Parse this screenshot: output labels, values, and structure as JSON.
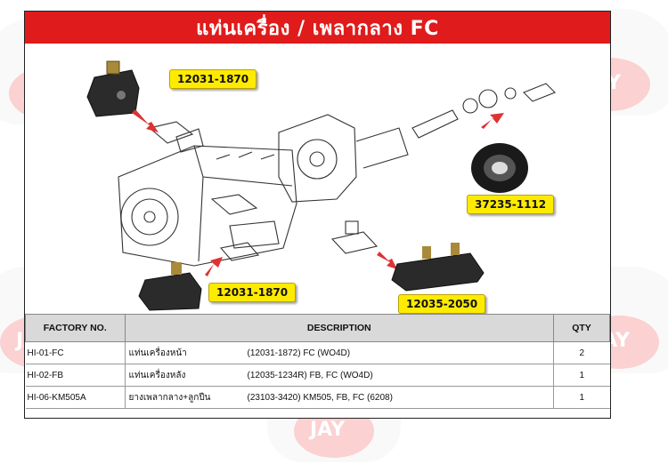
{
  "title": "แท่นเครื่อง / เพลากลาง FC",
  "watermark_text": "JAY",
  "callouts": {
    "top_left": "12031-1870",
    "bottom_left": "12031-1870",
    "right": "37235-1112",
    "bottom_right": "12035-2050"
  },
  "table": {
    "headers": {
      "factory_no": "FACTORY NO.",
      "description": "DESCRIPTION",
      "qty": "QTY"
    },
    "rows": [
      {
        "factory_no": "HI-01-FC",
        "name": "แท่นเครื่องหน้า",
        "detail": "(12031-1872) FC  (WO4D)",
        "qty": "2"
      },
      {
        "factory_no": "HI-02-FB",
        "name": "แท่นเครื่องหลัง",
        "detail": "(12035-1234R) FB, FC (WO4D)",
        "qty": "1"
      },
      {
        "factory_no": "HI-06-KM505A",
        "name": "ยางเพลากลาง+ลูกปืน",
        "detail": "(23103-3420) KM505, FB, FC (6208)",
        "qty": "1"
      }
    ]
  },
  "colors": {
    "banner": "#e01b1b",
    "callout": "#ffeb00",
    "header_bg": "#d9d9d9"
  }
}
